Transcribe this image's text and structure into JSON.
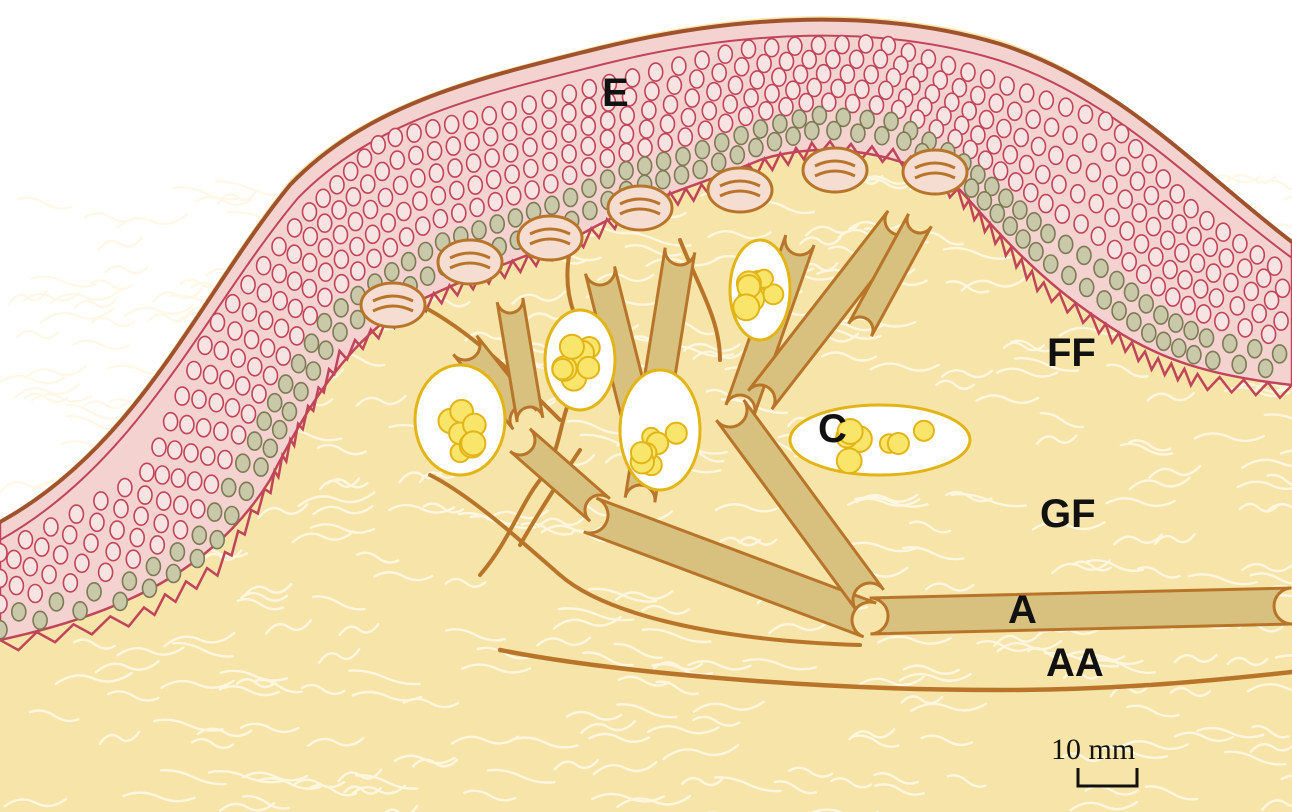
{
  "labels": {
    "epidermis": "E",
    "fibrous_fat": "FF",
    "fat_cells": "C",
    "glandular_fat": "GF",
    "artery": "A",
    "aa": "AA"
  },
  "scale_bar": {
    "label": "10 mm"
  },
  "colors": {
    "background_tissue": "#f6e4a8",
    "epidermis_pink": "#f4d2cf",
    "outer_skin": "#f0c9bd",
    "cell_pink_outline": "#c0445a",
    "cell_green": "#c9c8a8",
    "vessel_fill": "#d8c17e",
    "vessel_outline": "#b8752a",
    "fat_cell_outline": "#e2b416",
    "fat_cell_fill": "#f8e56a",
    "fibre_white": "#fff8e6"
  }
}
